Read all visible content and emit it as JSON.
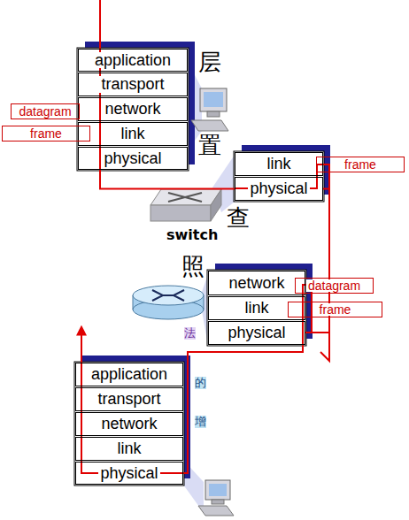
{
  "diagram": {
    "nodes": [
      {
        "text": [
          "application"
        ]
      },
      {
        "text": [
          "transport"
        ]
      },
      {
        "text": [
          "network"
        ]
      },
      {
        "text": [
          "link"
        ]
      },
      {
        "text": [
          "physical"
        ]
      },
      {
        "text": [
          "datagram"
        ]
      },
      {
        "text": [
          "frame"
        ]
      },
      {
        "text": [
          "link"
        ]
      },
      {
        "text": [
          "physical"
        ]
      },
      {
        "text": [
          "frame"
        ]
      },
      {
        "text": [
          "network"
        ]
      },
      {
        "text": [
          "link"
        ]
      },
      {
        "text": [
          "physical"
        ]
      },
      {
        "text": [
          "datagram"
        ]
      },
      {
        "text": [
          "frame"
        ]
      },
      {
        "text": [
          "application"
        ]
      },
      {
        "text": [
          "transport"
        ]
      },
      {
        "text": [
          "network"
        ]
      },
      {
        "text": [
          "link"
        ]
      },
      {
        "text": [
          "physical"
        ]
      }
    ],
    "edges": [
      {
        "from": 4,
        "to": 8,
        "arrow": "none"
      },
      {
        "from": 8,
        "to": 12,
        "arrow": "none"
      },
      {
        "from": 12,
        "to": 19,
        "arrow": "none"
      }
    ],
    "labels": [
      "switch",
      "层",
      "置",
      "查",
      "照",
      "法",
      "的",
      "增"
    ]
  }
}
